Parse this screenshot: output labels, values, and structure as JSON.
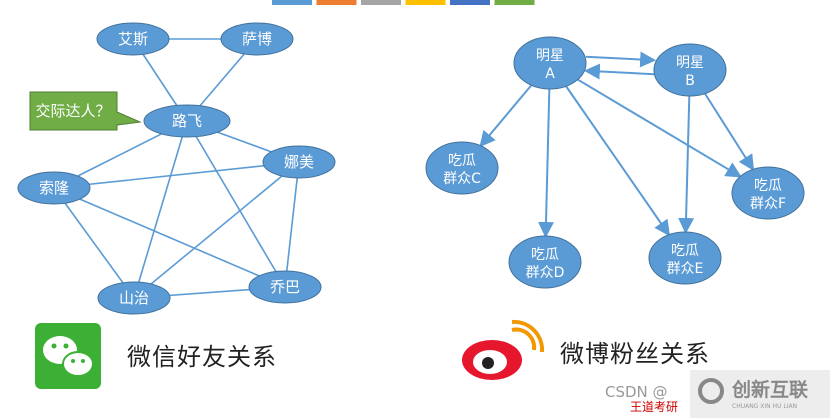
{
  "top_bar_colors": [
    "#5b9bd5",
    "#ed7d31",
    "#a5a5a5",
    "#ffc000",
    "#4472c4",
    "#70ad47"
  ],
  "node_color": "#5b9bd5",
  "edge_color": "#5b9bd5",
  "friends": {
    "nodes": [
      {
        "id": "ace",
        "label": "艾斯"
      },
      {
        "id": "sabo",
        "label": "萨博"
      },
      {
        "id": "luffy",
        "label": "路飞"
      },
      {
        "id": "nami",
        "label": "娜美"
      },
      {
        "id": "zoro",
        "label": "索隆"
      },
      {
        "id": "sanji",
        "label": "山治"
      },
      {
        "id": "chopper",
        "label": "乔巴"
      }
    ],
    "edges": [
      [
        "ace",
        "sabo"
      ],
      [
        "ace",
        "luffy"
      ],
      [
        "sabo",
        "luffy"
      ],
      [
        "luffy",
        "zoro"
      ],
      [
        "luffy",
        "sanji"
      ],
      [
        "luffy",
        "chopper"
      ],
      [
        "luffy",
        "nami"
      ],
      [
        "zoro",
        "nami"
      ],
      [
        "zoro",
        "sanji"
      ],
      [
        "zoro",
        "chopper"
      ],
      [
        "nami",
        "sanji"
      ],
      [
        "nami",
        "chopper"
      ],
      [
        "sanji",
        "chopper"
      ]
    ],
    "callout": "交际达人？",
    "callout_color": "#70ad47",
    "title": "微信好友关系"
  },
  "fans": {
    "nodes": [
      {
        "id": "A",
        "label": [
          "明星",
          "A"
        ]
      },
      {
        "id": "B",
        "label": [
          "明星",
          "B"
        ]
      },
      {
        "id": "C",
        "label": [
          "吃瓜",
          "群众C"
        ]
      },
      {
        "id": "D",
        "label": [
          "吃瓜",
          "群众D"
        ]
      },
      {
        "id": "E",
        "label": [
          "吃瓜",
          "群众E"
        ]
      },
      {
        "id": "F",
        "label": [
          "吃瓜",
          "群众F"
        ]
      }
    ],
    "edges": [
      [
        "A",
        "B"
      ],
      [
        "B",
        "A"
      ],
      [
        "A",
        "C"
      ],
      [
        "A",
        "D"
      ],
      [
        "A",
        "E"
      ],
      [
        "A",
        "F"
      ],
      [
        "B",
        "E"
      ],
      [
        "B",
        "F"
      ]
    ],
    "title": "微博粉丝关系"
  },
  "watermark": {
    "csdn": "CSDN @",
    "author": "王道考研",
    "brand": "创新互联",
    "brand_sub": "CHUANG XIN HU LIAN"
  }
}
